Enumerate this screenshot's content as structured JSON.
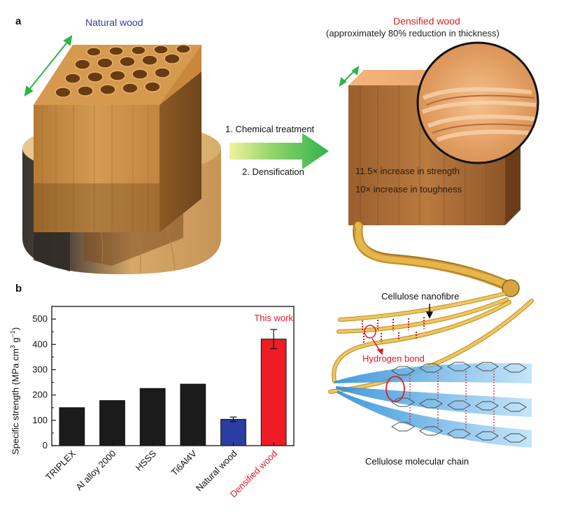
{
  "panel_a": {
    "label": "a",
    "natural_wood_title": "Natural wood",
    "densified_wood_title": "Densified wood",
    "densified_subtitle": "(approximately 80% reduction in thickness)",
    "step1": "1. Chemical treatment",
    "step2": "2. Densification",
    "strength_note": "11.5× increase in strength",
    "toughness_note": "10× increase in toughness",
    "nanofibre_label": "Cellulose nanofibre",
    "hbond_label": "Hydrogen bond",
    "molecular_label": "Cellulose molecular chain",
    "colors": {
      "arrow_green": "#2fb34a",
      "red": "#e01b24",
      "blue": "#2d3f9a"
    }
  },
  "panel_b": {
    "label": "b",
    "chart_data": {
      "type": "bar",
      "categories": [
        "TRIPLEX",
        "Al alloy 2000",
        "HSSS",
        "Ti6Al4V",
        "Natural wood",
        "Densified wood"
      ],
      "values": [
        150,
        178,
        226,
        243,
        104,
        421
      ],
      "errors": [
        0,
        0,
        0,
        0,
        9,
        38
      ],
      "ylabel_main": "Specific strength (MPa cm",
      "ylabel_sup1": "3",
      "ylabel_mid": " g",
      "ylabel_sup2": "−1",
      "ylabel_end": ")",
      "ylim": [
        0,
        550
      ],
      "yticks": [
        "0",
        "100",
        "200",
        "300",
        "400",
        "500"
      ],
      "annotation": "This work",
      "bar_colors": [
        "#1b1b1b",
        "#1b1b1b",
        "#1b1b1b",
        "#1b1b1b",
        "#2b3da0",
        "#ee1c25"
      ],
      "label_colors": [
        "#111111",
        "#111111",
        "#111111",
        "#111111",
        "#111111",
        "#e01b24"
      ]
    }
  }
}
